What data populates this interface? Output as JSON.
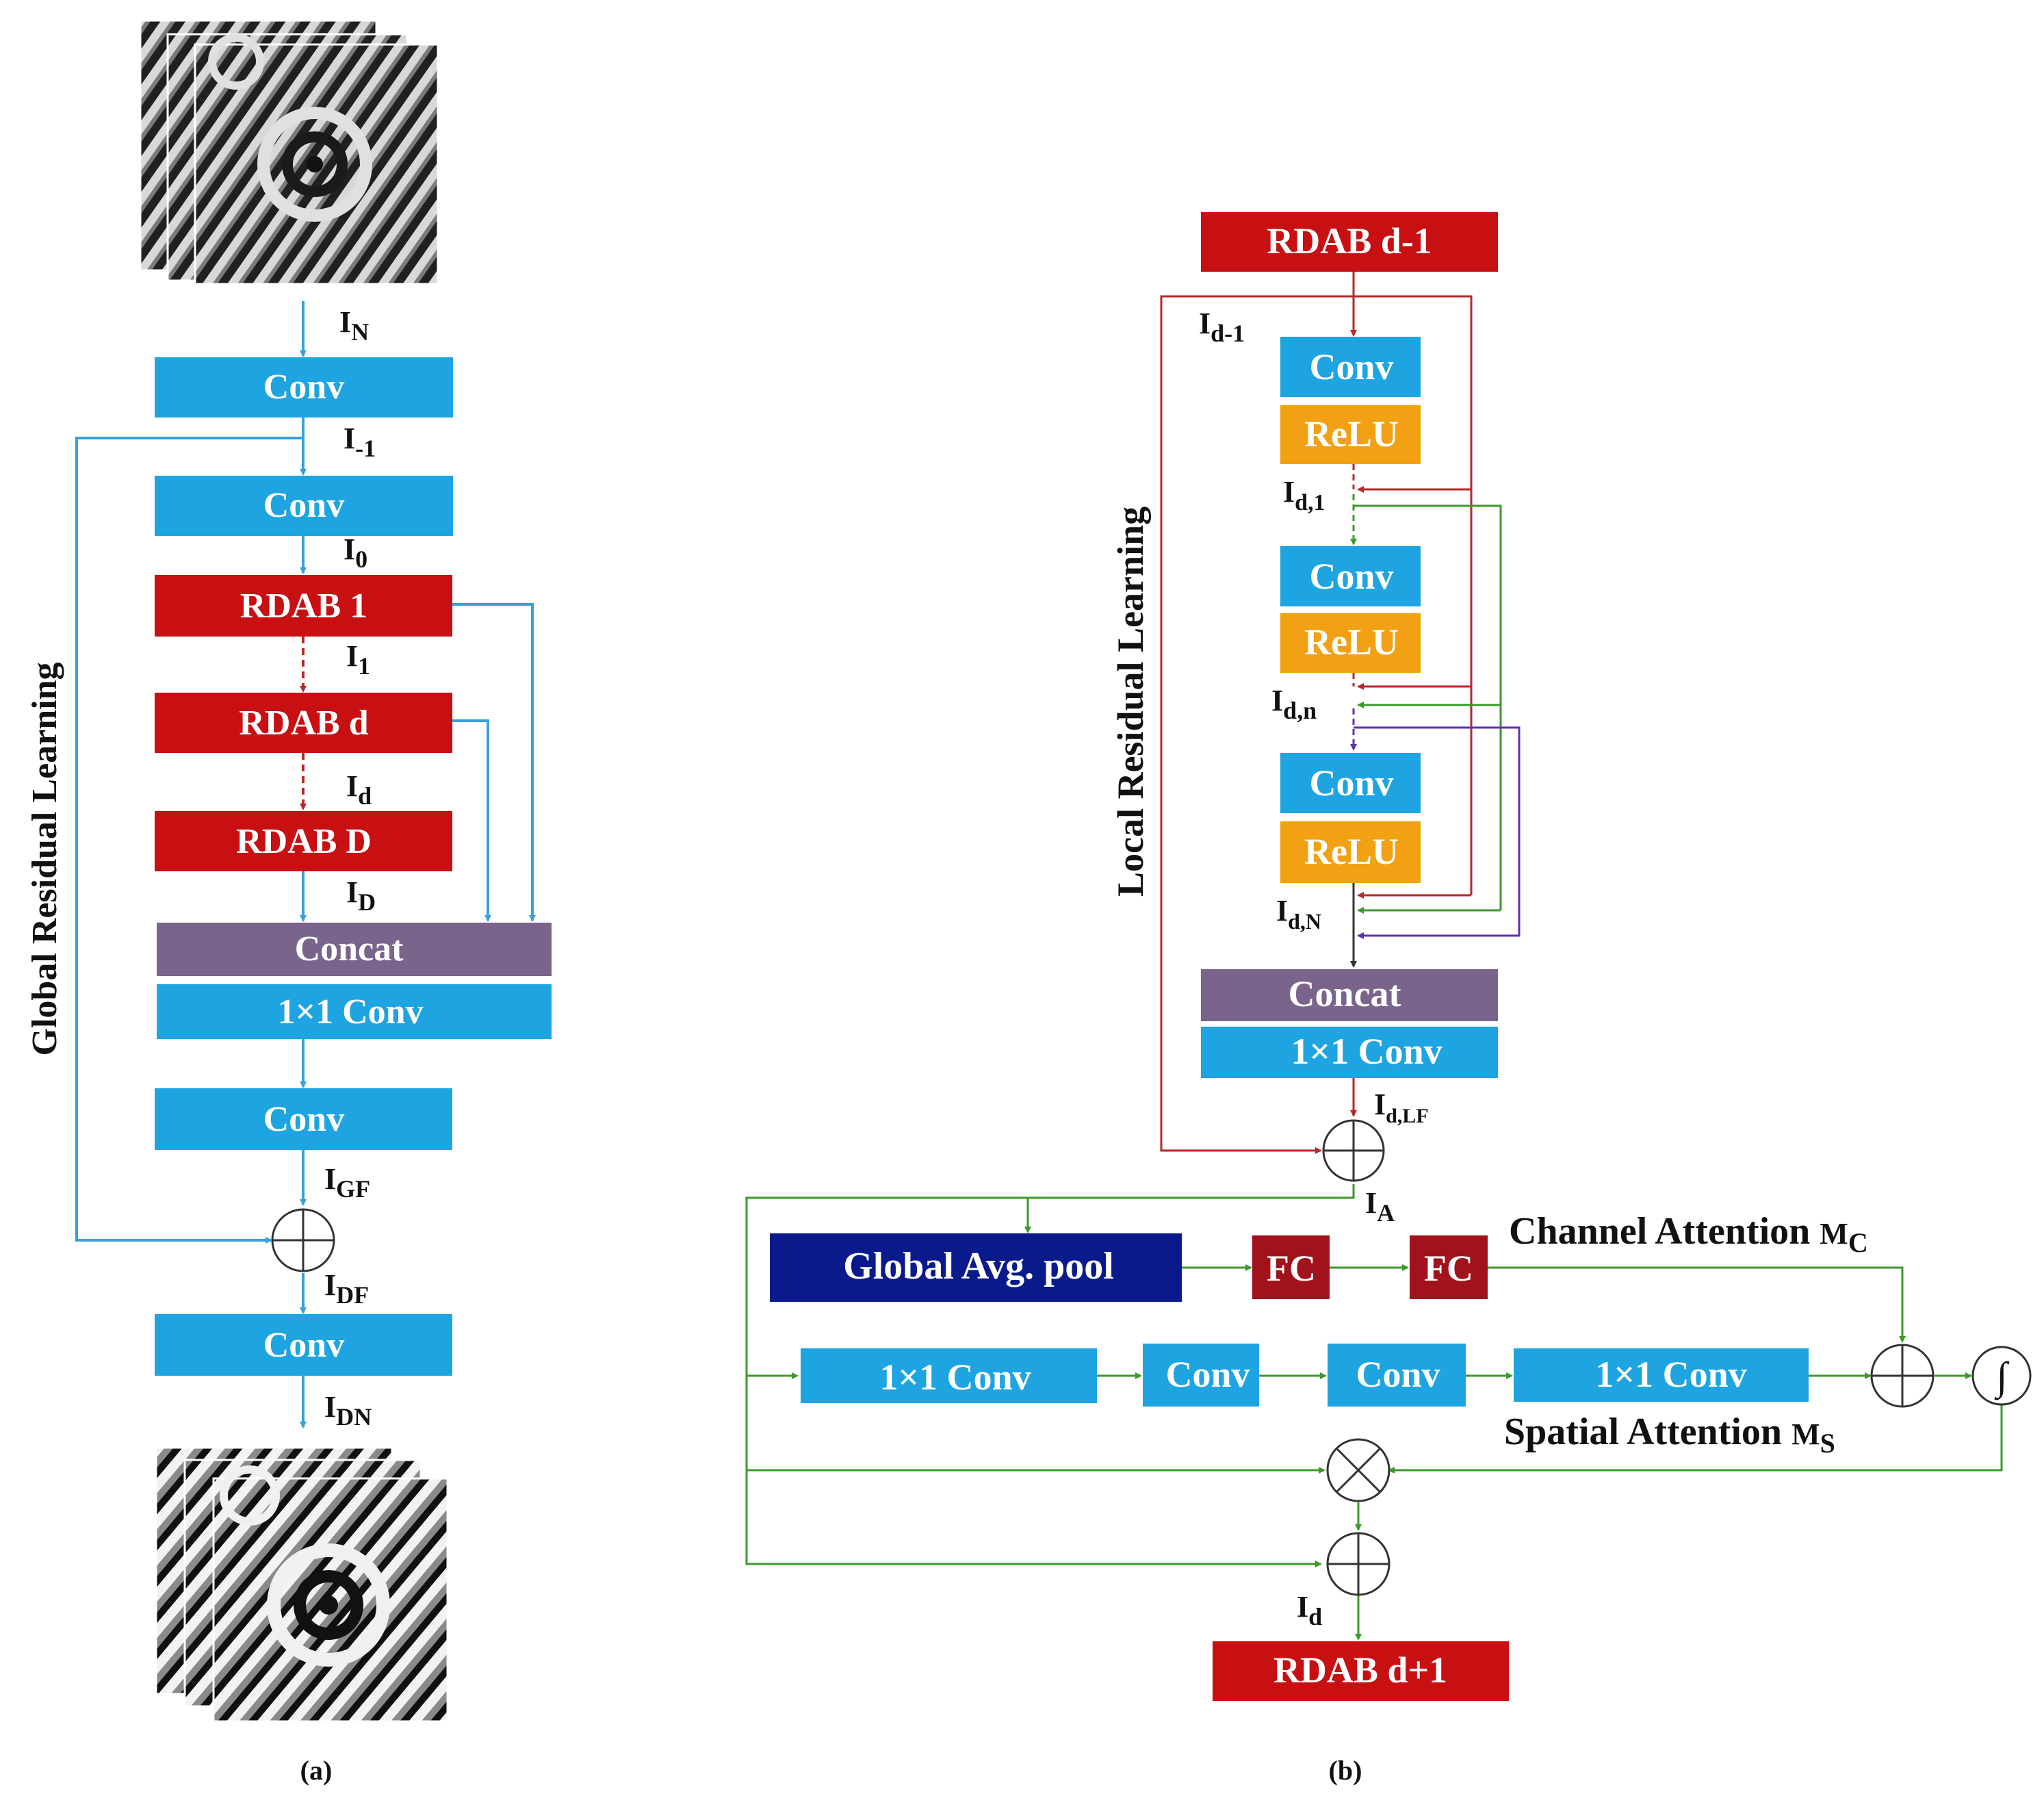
{
  "colors": {
    "conv": "#1ea4e0",
    "rdab": "#c80f12",
    "concat": "#7b648c",
    "relu": "#f2a114",
    "pool": "#0a1a8c",
    "fc": "#a0131c",
    "blue_line": "#3aa0d6",
    "red_line": "#b42a28",
    "green_line": "#3a9a2a",
    "purple_line": "#6030b0",
    "dark_line": "#333333"
  },
  "panel_a": {
    "caption": "(a)",
    "side_label": "Global Residual Learning",
    "input_image_icon": "fringe-pattern-noisy",
    "output_image_icon": "fringe-pattern-clean",
    "conv1": "Conv",
    "conv2": "Conv",
    "rdab1": "RDAB 1",
    "rdabd": "RDAB d",
    "rdabD": "RDAB D",
    "concat": "Concat",
    "conv1x1": "1×1 Conv",
    "conv3": "Conv",
    "conv4": "Conv",
    "signals": {
      "in": [
        "I",
        "N"
      ],
      "m1": [
        "I",
        "-1"
      ],
      "i0": [
        "I",
        "0"
      ],
      "i1": [
        "I",
        "1"
      ],
      "id": [
        "I",
        "d"
      ],
      "iD": [
        "I",
        "D"
      ],
      "gf": [
        "I",
        "GF"
      ],
      "df": [
        "I",
        "DF"
      ],
      "dn": [
        "I",
        "DN"
      ]
    }
  },
  "panel_b": {
    "caption": "(b)",
    "side_label": "Local Residual Learning",
    "rdab_prev": "RDAB d-1",
    "rdab_next": "RDAB d+1",
    "conv_a": "Conv",
    "relu_a": "ReLU",
    "conv_b": "Conv",
    "relu_b": "ReLU",
    "conv_c": "Conv",
    "relu_c": "ReLU",
    "concat": "Concat",
    "conv1x1": "1×1 Conv",
    "gap": "Global Avg. pool",
    "fc1": "FC",
    "fc2": "FC",
    "sa_conv1x1_a": "1×1 Conv",
    "sa_conv_a": "Conv",
    "sa_conv_b": "Conv",
    "sa_conv1x1_b": "1×1 Conv",
    "channel_attention": "Channel Attention",
    "spatial_attention": "Spatial Attention",
    "mc": [
      "M",
      "C"
    ],
    "ms": [
      "M",
      "S"
    ],
    "signals": {
      "dm1": [
        "I",
        "d-1"
      ],
      "d1": [
        "I",
        "d,1"
      ],
      "dn": [
        "I",
        "d,n"
      ],
      "dN": [
        "I",
        "d,N"
      ],
      "lf": [
        "I",
        "d,LF"
      ],
      "ia": [
        "I",
        "A"
      ],
      "id": [
        "I",
        "d"
      ]
    },
    "sigmoid_symbol": "∫"
  }
}
